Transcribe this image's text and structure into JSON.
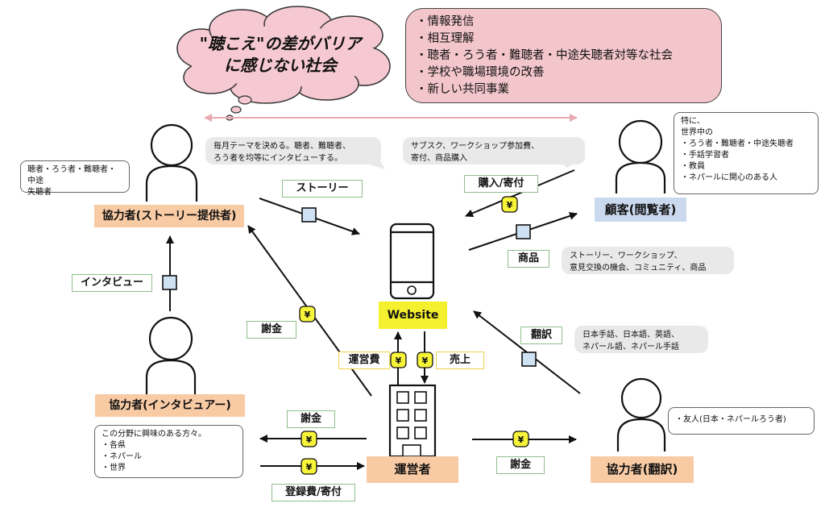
{
  "cloud": {
    "line1": "\"聴こえ\"の差がバリア",
    "line2": "に感じない社会"
  },
  "vision": {
    "items": [
      "・情報発信",
      "・相互理解",
      "・聴者・ろう者・難聴者・中途失聴者対等な社会",
      "・学校や職場環境の改善",
      "・新しい共同事業"
    ]
  },
  "roles": {
    "story_provider": "協力者(ストーリー提供者)",
    "interviewer": "協力者(インタビュアー)",
    "customer": "顧客(閲覧者)",
    "operator": "運営者",
    "translator": "協力者(翻訳)",
    "website": "Website"
  },
  "notes": {
    "story_provider_who": "聴者・ろう者・難聴者・中途\n失聴者",
    "monthly_theme": "毎月テーマを決める。聴者、難聴者、\nろう者を均等にインタビューする。",
    "revenue_sources": "サブスク、ワークショップ参加費、\n寄付、商品購入",
    "customer_who": "特に、\n世界中の\n・ろう者・難聴者・中途失聴者\n・手話学習者\n・教員\n・ネパールに関心のある人",
    "products": "ストーリー、ワークショップ、\n意見交換の機会、コミュニティ、商品",
    "languages": "日本手話、日本語、英語、\nネパール語、ネパール手話",
    "interviewer_who": "この分野に興味のある方々。\n・各県\n・ネパール\n・世界",
    "translator_who": "・友人(日本・ネパールろう者)"
  },
  "flows": {
    "story": "ストーリー",
    "purchase": "購入/寄付",
    "product": "商品",
    "interview": "インタビュー",
    "thanks_story": "謝金",
    "translation": "翻訳",
    "opex": "運営費",
    "sales": "売上",
    "thanks_interviewer": "謝金",
    "registration": "登録費/寄付",
    "thanks_translator": "謝金"
  },
  "symbols": {
    "yen": "¥"
  },
  "colors": {
    "role": "#f8cba5",
    "customer": "#cbd9ef",
    "website": "#f4f02e",
    "vision": "#f3c6cc",
    "cloud": "#f6c9d2",
    "coin": "#f7f43a",
    "doc": "#cfe2f3",
    "range_arrow": "#e8a9b2"
  }
}
